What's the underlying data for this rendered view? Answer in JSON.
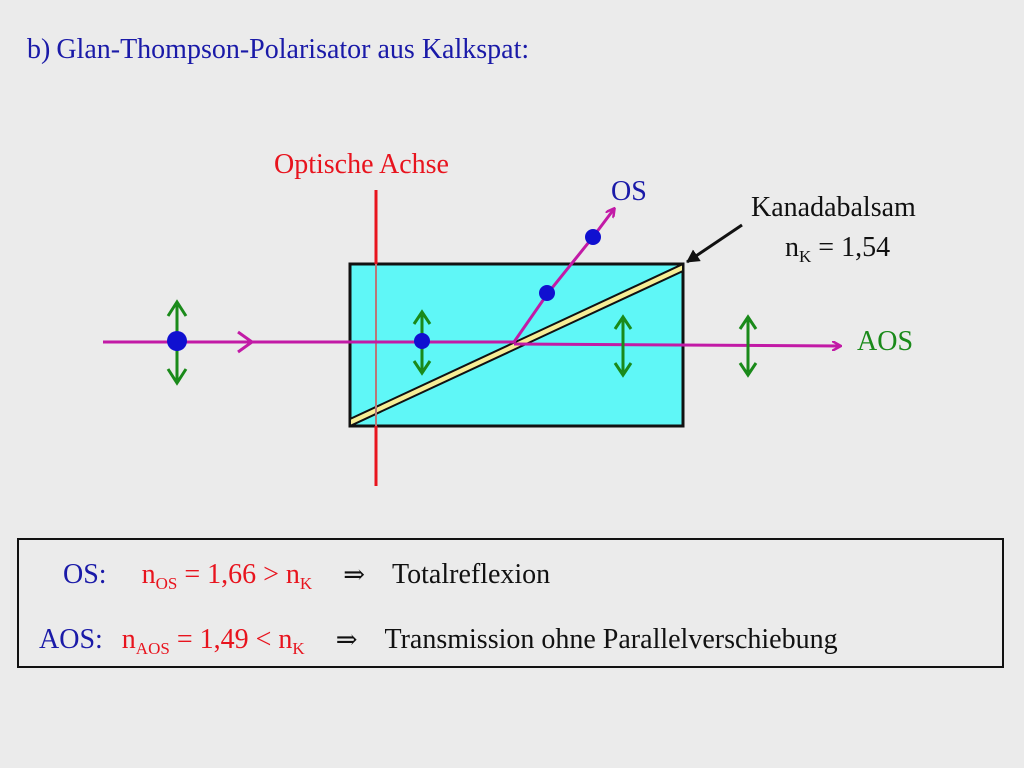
{
  "title": {
    "label": "b)",
    "text": "Glan-Thompson-Polarisator aus Kalkspat:"
  },
  "diagram": {
    "optical_axis_label": "Optische Achse",
    "os_label": "OS",
    "aos_label": "AOS",
    "balsam_label": "Kanadabalsam",
    "nk_base": "n",
    "nk_sub": "K",
    "nk_value": "= 1,54",
    "colors": {
      "crystal": "#5ff7f7",
      "balsam": "#f7ee96",
      "beam": "#c21aa6",
      "axis": "#e8141e",
      "polarization": "#1a8a1a",
      "dot": "#1010d0"
    }
  },
  "info": {
    "os": {
      "label": "OS:",
      "n": "n",
      "sub": "OS",
      "relation": "= 1,66 > n",
      "rel_sub": "K",
      "implies": "⇒",
      "result": "Totalreflexion"
    },
    "aos": {
      "label": "AOS:",
      "n": "n",
      "sub": "AOS",
      "relation": "= 1,49 < n",
      "rel_sub": "K",
      "implies": "⇒",
      "result": "Transmission ohne Parallelverschiebung"
    }
  }
}
